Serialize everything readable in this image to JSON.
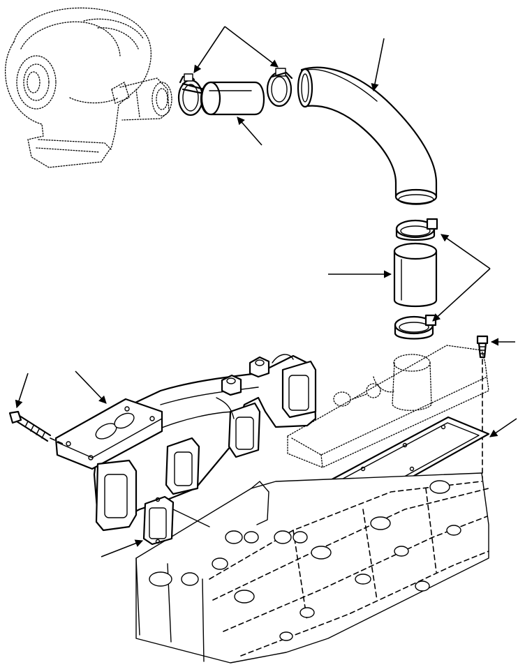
{
  "figure": {
    "kind": "exploded parts diagram",
    "callouts": [
      {
        "id": "clamps-upper",
        "targets": 2
      },
      {
        "id": "upper-hose",
        "targets": 1
      },
      {
        "id": "elbow-tube",
        "targets": 1
      },
      {
        "id": "clamps-lower",
        "targets": 2
      },
      {
        "id": "lower-hose",
        "targets": 1
      },
      {
        "id": "bolt-right",
        "targets": 1
      },
      {
        "id": "cover-gasket",
        "targets": 1
      },
      {
        "id": "bolt-left",
        "targets": 1
      },
      {
        "id": "manifold",
        "targets": 1
      },
      {
        "id": "manifold-gasket",
        "targets": 1
      }
    ]
  }
}
